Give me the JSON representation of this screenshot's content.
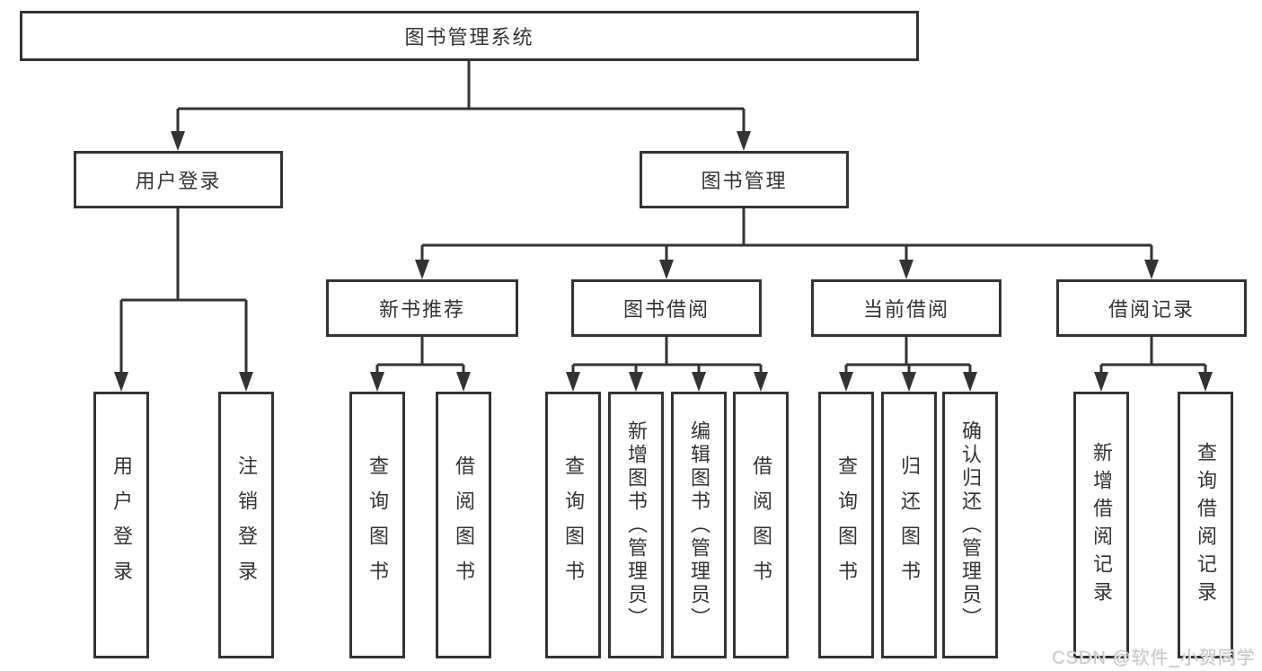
{
  "tree": {
    "label": "图书管理系统",
    "children": [
      {
        "label": "用户登录",
        "children": [
          {
            "label": "用户登录"
          },
          {
            "label": "注销登录"
          }
        ]
      },
      {
        "label": "图书管理",
        "children": [
          {
            "label": "新书推荐",
            "children": [
              {
                "label": "查询图书"
              },
              {
                "label": "借阅图书"
              }
            ]
          },
          {
            "label": "图书借阅",
            "children": [
              {
                "label": "查询图书"
              },
              {
                "label": "新增图书（管理员）"
              },
              {
                "label": "编辑图书（管理员）"
              },
              {
                "label": "借阅图书"
              }
            ]
          },
          {
            "label": "当前借阅",
            "children": [
              {
                "label": "查询图书"
              },
              {
                "label": "归还图书"
              },
              {
                "label": "确认归还（管理员）"
              }
            ]
          },
          {
            "label": "借阅记录",
            "children": [
              {
                "label": "新增借阅记录"
              },
              {
                "label": "查询借阅记录"
              }
            ]
          }
        ]
      }
    ]
  },
  "watermark": {
    "text": "CSDN @软件_小贺同学"
  },
  "colors": {
    "line": "#333333",
    "box_border": "#333333",
    "text": "#333333",
    "background": "#ffffff",
    "watermark": "#c9c9c9"
  }
}
